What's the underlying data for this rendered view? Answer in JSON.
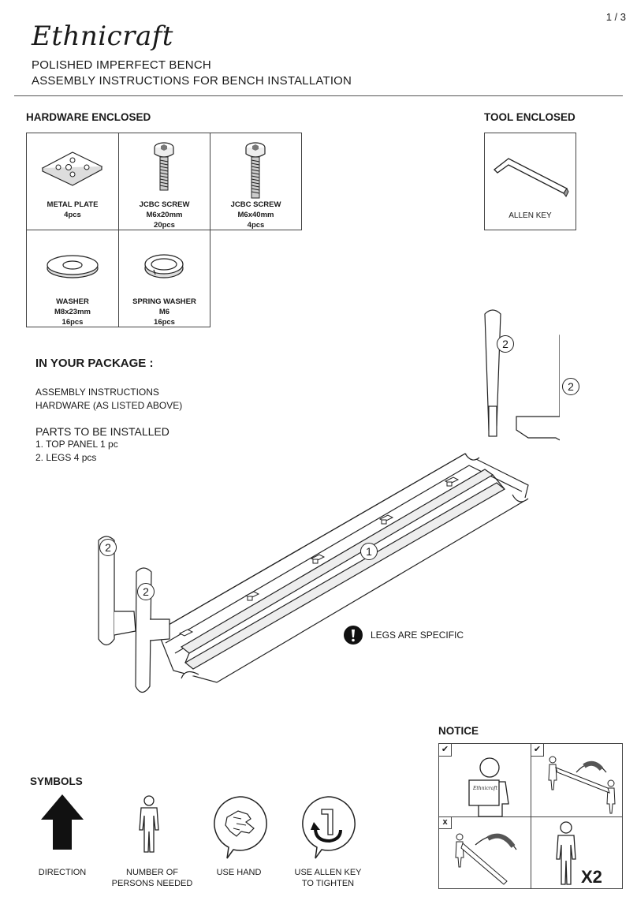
{
  "header": {
    "brand": "Ethnicraft",
    "page": "1 / 3",
    "title_line1": "POLISHED IMPERFECT BENCH",
    "title_line2": "ASSEMBLY INSTRUCTIONS FOR BENCH INSTALLATION"
  },
  "hardware": {
    "heading": "HARDWARE ENCLOSED",
    "items": [
      {
        "name": "METAL PLATE",
        "spec": "",
        "qty": "4pcs",
        "icon": "metal-plate-icon"
      },
      {
        "name": "JCBC SCREW",
        "spec": "M6x20mm",
        "qty": "20pcs",
        "icon": "short-screw-icon"
      },
      {
        "name": "JCBC SCREW",
        "spec": "M6x40mm",
        "qty": "4pcs",
        "icon": "long-screw-icon"
      },
      {
        "name": "WASHER",
        "spec": "M8x23mm",
        "qty": "16pcs",
        "icon": "washer-icon"
      },
      {
        "name": "SPRING WASHER",
        "spec": "M6",
        "qty": "16pcs",
        "icon": "spring-washer-icon"
      }
    ]
  },
  "tool": {
    "heading": "TOOL ENCLOSED",
    "name": "ALLEN KEY",
    "icon": "allen-key-icon"
  },
  "package": {
    "heading": "IN YOUR PACKAGE :",
    "lines": [
      "ASSEMBLY INSTRUCTIONS",
      "HARDWARE (AS LISTED ABOVE)"
    ],
    "parts_heading": "PARTS TO BE INSTALLED",
    "parts": [
      "1. TOP PANEL  1 pc",
      "2. LEGS  4 pcs"
    ]
  },
  "diagram": {
    "callout_panel": "1",
    "callout_leg": "2",
    "warning": "LEGS ARE SPECIFIC"
  },
  "symbols": {
    "heading": "SYMBOLS",
    "items": [
      {
        "label1": "DIRECTION",
        "label2": "",
        "icon": "arrow-up-icon"
      },
      {
        "label1": "NUMBER OF",
        "label2": "PERSONS NEEDED",
        "icon": "person-icon"
      },
      {
        "label1": "USE HAND",
        "label2": "",
        "icon": "hand-icon"
      },
      {
        "label1": "USE ALLEN KEY",
        "label2": "TO TIGHTEN",
        "icon": "allen-key-rotate-icon"
      }
    ]
  },
  "notice": {
    "heading": "NOTICE",
    "check_mark": "✔",
    "cross_mark": "x",
    "persons_count": "X2",
    "box_brand": "Ethnicraft"
  }
}
